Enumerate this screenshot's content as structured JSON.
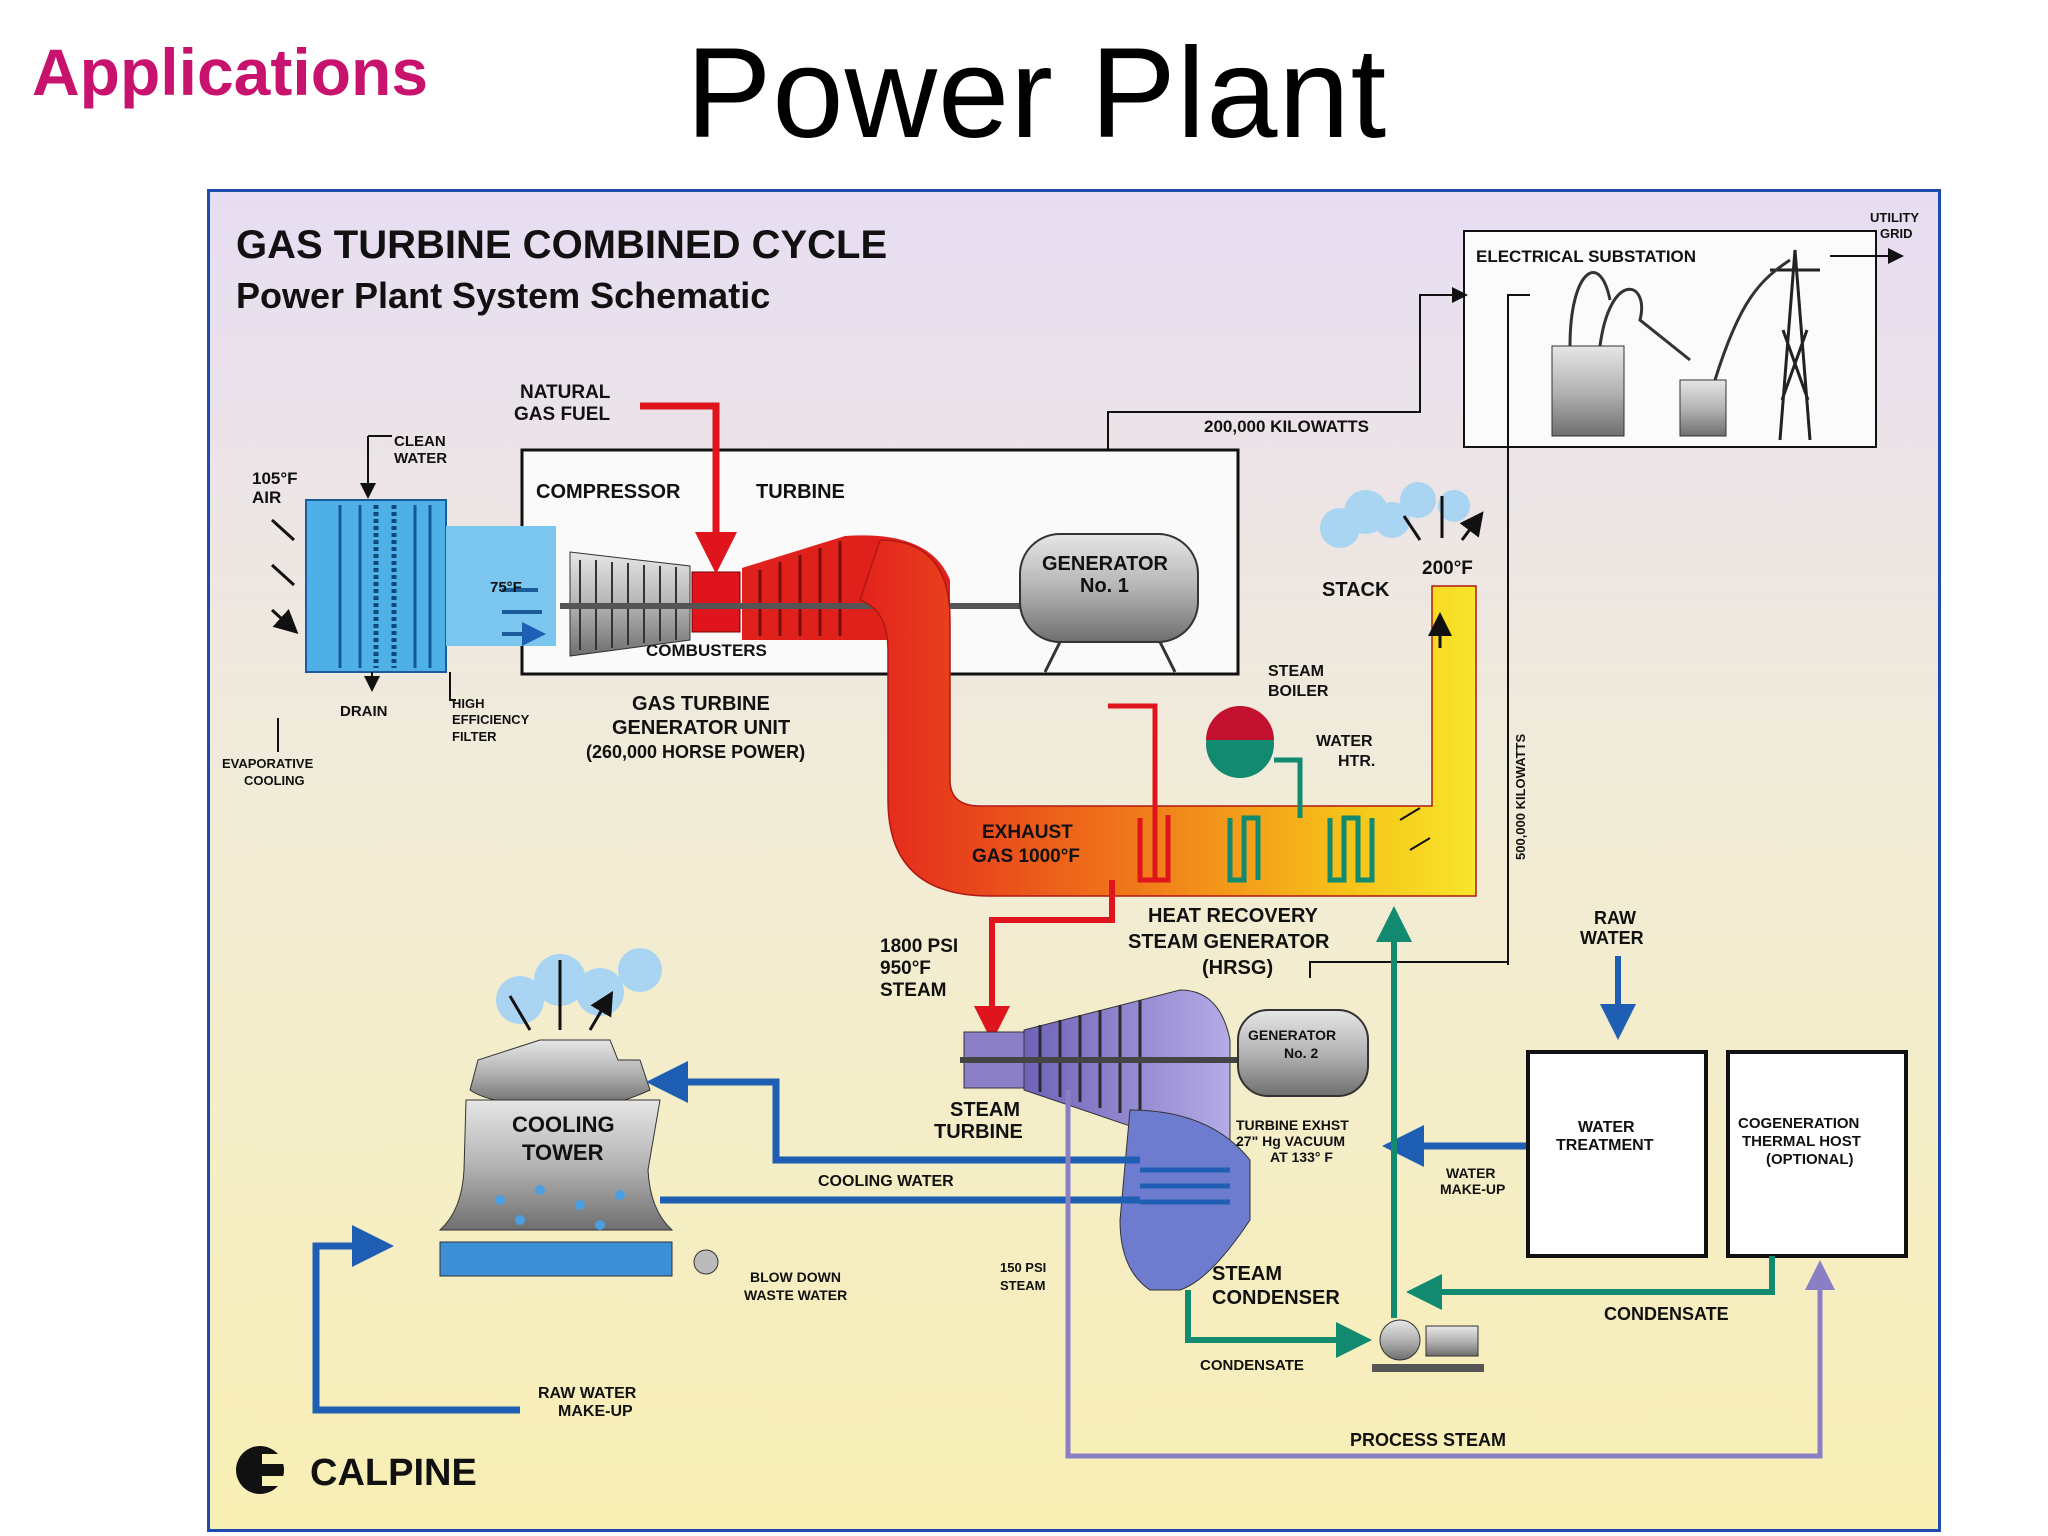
{
  "header": {
    "section": "Applications",
    "title": "Power Plant"
  },
  "schematic": {
    "title": "GAS TURBINE COMBINED CYCLE",
    "subtitle": "Power Plant System Schematic",
    "utility_grid": [
      "UTILITY",
      "GRID"
    ],
    "substation": "ELECTRICAL SUBSTATION",
    "kw_200": "200,000 KILOWATTS",
    "kw_500": "500,000 KILOWATTS",
    "natural_gas": [
      "NATURAL",
      "GAS FUEL"
    ],
    "clean_water": [
      "CLEAN",
      "WATER"
    ],
    "air": [
      "105°F",
      "AIR"
    ],
    "compressor": "COMPRESSOR",
    "turbine": "TURBINE",
    "temp_75": "75°F",
    "combusters": "COMBUSTERS",
    "generator1": [
      "GENERATOR",
      "No. 1"
    ],
    "stack": "STACK",
    "temp_200": "200°F",
    "drain": "DRAIN",
    "filter": [
      "HIGH",
      "EFFICIENCY",
      "FILTER"
    ],
    "evap": [
      "EVAPORATIVE",
      "COOLING"
    ],
    "gt_unit": [
      "GAS TURBINE",
      "GENERATOR UNIT",
      "(260,000 HORSE POWER)"
    ],
    "steam_boiler": [
      "STEAM",
      "BOILER"
    ],
    "water_htr": [
      "WATER",
      "HTR."
    ],
    "exhaust": [
      "EXHAUST",
      "GAS 1000°F"
    ],
    "hrsg": [
      "HEAT RECOVERY",
      "STEAM GENERATOR",
      "(HRSG)"
    ],
    "raw_water": [
      "RAW",
      "WATER"
    ],
    "steam_1800": [
      "1800 PSI",
      "950°F",
      "STEAM"
    ],
    "generator2": [
      "GENERATOR",
      "No. 2"
    ],
    "cooling_tower": [
      "COOLING",
      "TOWER"
    ],
    "steam_turbine": [
      "STEAM",
      "TURBINE"
    ],
    "turb_exhst": [
      "TURBINE EXHST",
      "27\" Hg VACUUM",
      "AT 133° F"
    ],
    "water_treatment": [
      "WATER",
      "TREATMENT"
    ],
    "cogen": [
      "COGENERATION",
      "THERMAL HOST",
      "(OPTIONAL)"
    ],
    "cooling_water": "COOLING WATER",
    "water_makeup": [
      "WATER",
      "MAKE-UP"
    ],
    "blow_down": [
      "BLOW DOWN",
      "WASTE WATER"
    ],
    "steam_150": [
      "150 PSI",
      "STEAM"
    ],
    "steam_condenser": [
      "STEAM",
      "CONDENSER"
    ],
    "condensate": "CONDENSATE",
    "condensate2": "CONDENSATE",
    "raw_makeup": [
      "RAW WATER",
      "MAKE-UP"
    ],
    "process_steam": "PROCESS STEAM",
    "logo": "CALPINE"
  },
  "colors": {
    "accent": "#c8136e",
    "frame": "#1e4bb0",
    "gas": "#e0141c",
    "water": "#1e5fb4",
    "condensate": "#128a70",
    "steam": "#8a7fc4"
  }
}
